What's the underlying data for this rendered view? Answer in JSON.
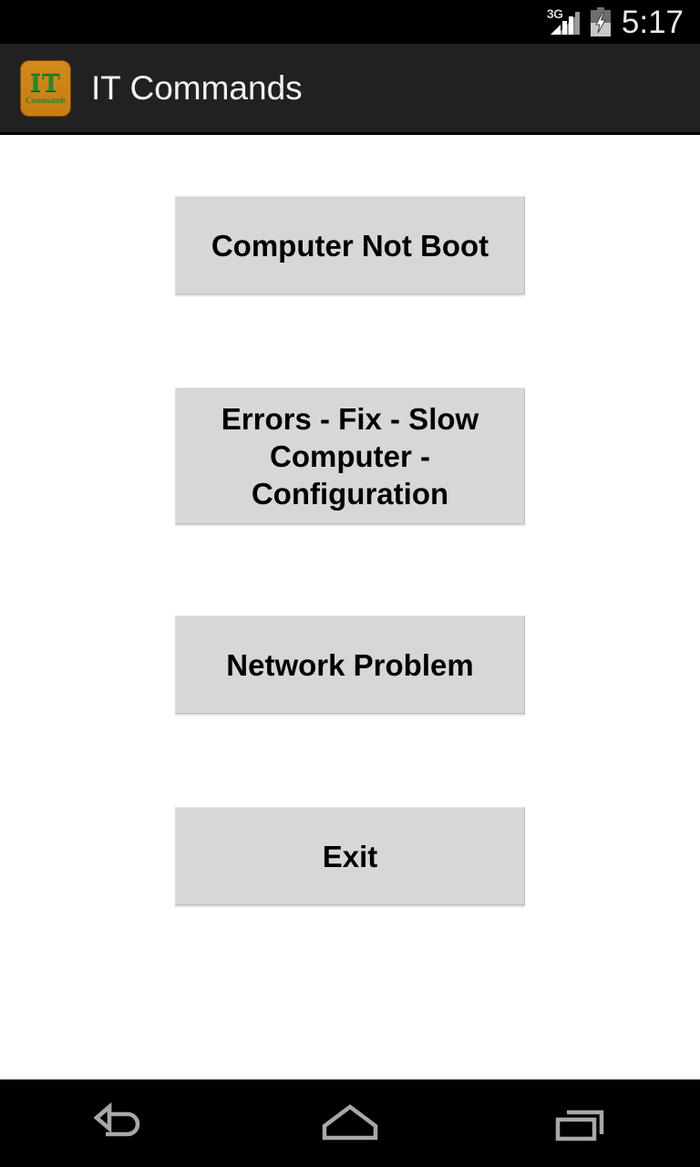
{
  "status_bar": {
    "network_type": "3G",
    "network_icon": "signal-bars-icon",
    "battery_icon": "battery-charging-icon",
    "time": "5:17",
    "background_color": "#000000",
    "text_color": "#e8e8e8"
  },
  "action_bar": {
    "app_icon": {
      "name": "app-logo-icon",
      "primary_text": "IT",
      "secondary_text": "Commands",
      "background_color": "#c87d12",
      "text_color": "#1f8a2e"
    },
    "title": "IT Commands",
    "background_color": "#212121",
    "title_color": "#f2f2f2"
  },
  "main": {
    "background_color": "#ffffff",
    "button_color": "#d7d7d7",
    "button_text_color": "#000000",
    "buttons": [
      {
        "id": "computer-not-boot",
        "label": "Computer Not Boot"
      },
      {
        "id": "errors-fix-slow-computer-configuration",
        "label": "Errors - Fix - Slow Computer - Configuration"
      },
      {
        "id": "network-problem",
        "label": "Network Problem"
      },
      {
        "id": "exit",
        "label": "Exit"
      }
    ]
  },
  "nav_bar": {
    "background_color": "#000000",
    "icon_color": "#a8a8a8",
    "buttons": [
      {
        "id": "back",
        "icon": "back-arrow-icon",
        "label": "Back"
      },
      {
        "id": "home",
        "icon": "home-icon",
        "label": "Home"
      },
      {
        "id": "recents",
        "icon": "recents-icon",
        "label": "Recent apps"
      }
    ]
  }
}
